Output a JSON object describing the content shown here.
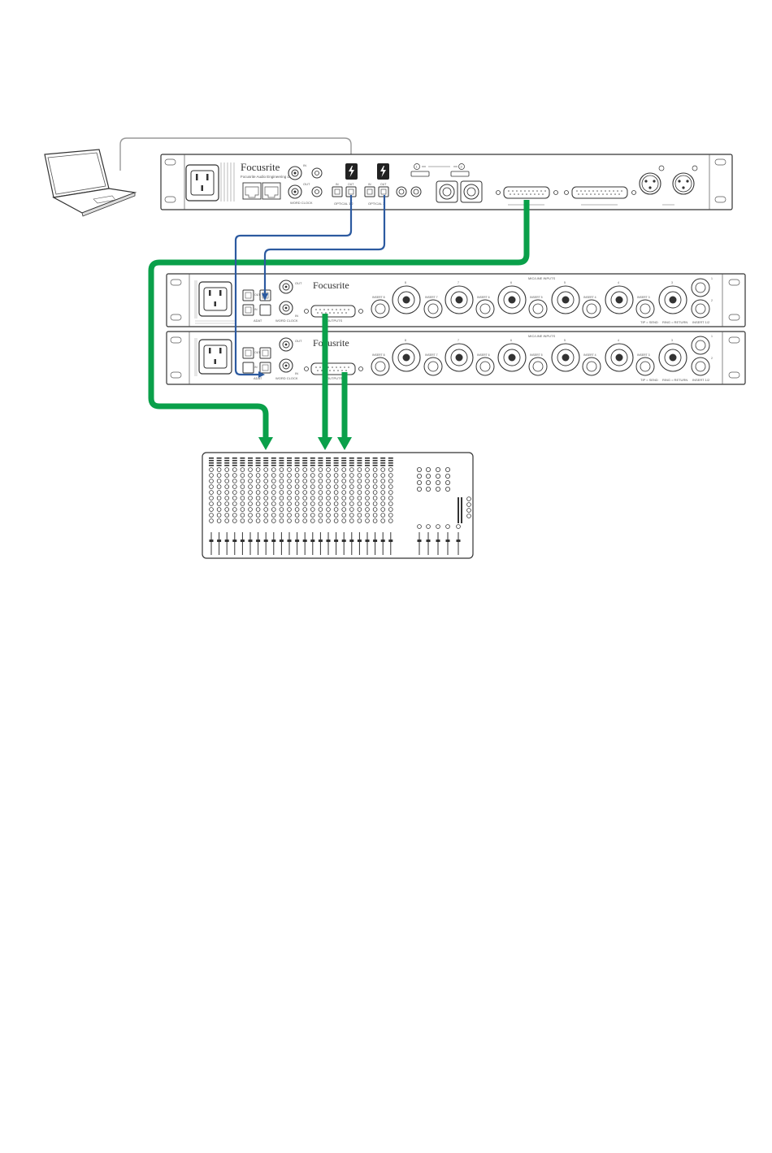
{
  "main_unit": {
    "brand": "Focusrite",
    "subbrand": "Focusrite Audio Engineering Ltd",
    "word_clock_label": "WORD CLOCK",
    "in_label": "IN",
    "out_label": "OUT",
    "optical_a_label": "OPTICAL 1/2",
    "optical_b_label": "OPTICAL 3",
    "port_1": "1",
    "port_2": "2"
  },
  "preamp": {
    "brand": "Focusrite",
    "adat_label": "ADAT",
    "word_clock_label": "WORD CLOCK",
    "outputs_label": "OUTPUTS",
    "mic_line_label": "MIC/LINE INPUTS",
    "tip_send": "TIP = SEND",
    "ring_return": "RING = RETURN",
    "insert_labels": [
      "INSERT 8",
      "INSERT 7",
      "INSERT 6",
      "INSERT 5",
      "INSERT 4",
      "INSERT 3",
      "INSERT 1/2"
    ],
    "channel_numbers": [
      "8",
      "7",
      "6",
      "5",
      "4",
      "3",
      "2",
      "1"
    ]
  },
  "colors": {
    "green_cable": "#0aa04a",
    "blue_cable": "#2c5aa0",
    "outline": "#333333"
  },
  "icons": [
    "laptop-icon",
    "thunderbolt-icon",
    "mixing-console-icon"
  ]
}
